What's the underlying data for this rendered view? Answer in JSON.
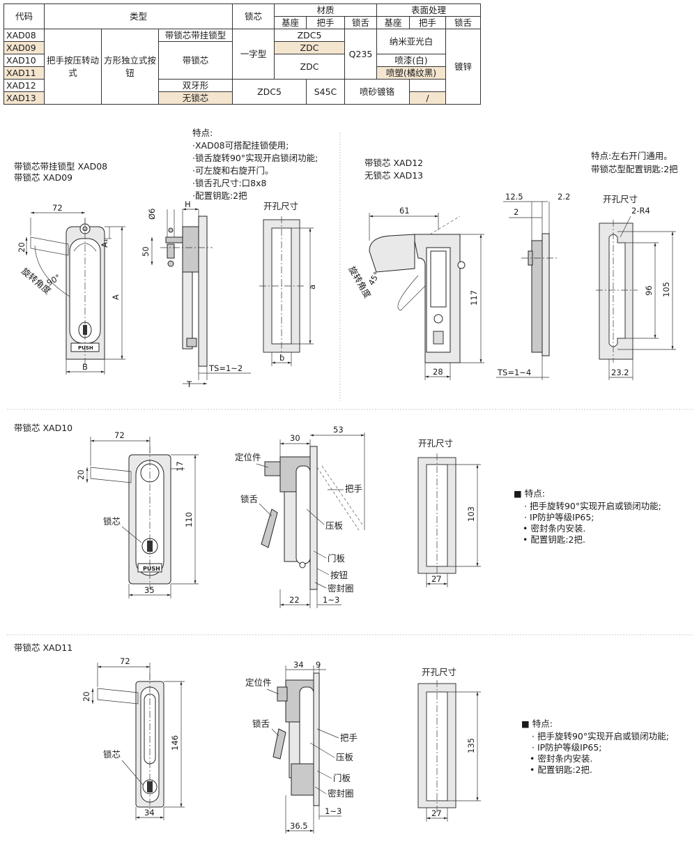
{
  "table": {
    "headers": {
      "code": "代码",
      "type": "类型",
      "core": "锁芯",
      "material": "材质",
      "surface": "表面处理",
      "base": "基座",
      "handle": "把手",
      "tongue": "锁舌"
    },
    "codes": [
      "XAD08",
      "XAD09",
      "XAD10",
      "XAD11",
      "XAD12",
      "XAD13"
    ],
    "type_a": "把手按压转动式",
    "type_b": "方形独立式按钮",
    "type_c1": "带锁芯带挂锁型",
    "type_c2": "带锁芯",
    "type_c3": "无锁芯",
    "core_1": "一字型",
    "core_2": "双牙形",
    "core_3": "/",
    "mat_base_1": "ZDC5",
    "mat_base_2": "ZDC",
    "mat_base_3": "ZDC",
    "mat_base_4": "ZDC5",
    "mat_tongue_1": "Q235",
    "mat_tongue_2": "S45C",
    "surf_1": "纳米亚光白",
    "surf_2": "喷漆(白)",
    "surf_3": "喷塑(橘纹黑)",
    "surf_4": "喷砂镀铬",
    "surf_tongue": "镀锌"
  },
  "top_section": {
    "left_labels": [
      "带锁芯带挂锁型  XAD08",
      "带锁芯  XAD09"
    ],
    "features_title": "特点:",
    "features": [
      "·XAD08可搭配挂锁使用;",
      "·锁舌旋转90°实现开启锁闭功能;",
      "·可左旋和右旋开门。",
      "·锁舌孔尺寸:口8x8",
      "·配置钥匙:2把"
    ],
    "cutout_label": "开孔尺寸",
    "rotation_label": "旋转角度",
    "dims": {
      "w72": "72",
      "d20": "20",
      "ang90": "90°",
      "A": "A",
      "A1": "A₁",
      "B": "B",
      "phi6": "Ø6",
      "H": "H",
      "d50": "50",
      "T": "T",
      "TS": "TS=1~2",
      "a": "a",
      "b": "b"
    }
  },
  "right_section": {
    "labels": [
      "带锁芯  XAD12",
      "无锁芯  XAD13"
    ],
    "notes": [
      "特点:左右开门通用。",
      "带锁芯型配置钥匙:2把"
    ],
    "cutout_label": "开孔尺寸",
    "rotation_label": "旋转角度",
    "dims": {
      "w61": "61",
      "ang45": "45°",
      "h117": "117",
      "w28": "28",
      "d125": "12.5",
      "d22": "2.2",
      "d2": "2",
      "TS": "TS=1~4",
      "R4": "2-R4",
      "h96": "96",
      "h105": "105",
      "w232": "23.2"
    }
  },
  "xad10": {
    "label": "带锁芯  XAD10",
    "callouts": {
      "core": "锁芯",
      "locator": "定位件",
      "tongue": "锁舌",
      "handle": "把手",
      "plate": "压板",
      "door": "门板",
      "button": "按钮",
      "seal": "密封圈"
    },
    "cutout_label": "开孔尺寸",
    "features_title": "■ 特点:",
    "features": [
      "·  把手旋转90°实现开启或锁闭功能;",
      "·  IP防护等级IP65;",
      "• 密封条内安装.",
      "• 配置钥匙:2把."
    ],
    "dims": {
      "w72": "72",
      "d20": "20",
      "d17": "17",
      "h110": "110",
      "w35": "35",
      "d30": "30",
      "d53": "53",
      "d22": "22",
      "d13": "1~3",
      "h103": "103",
      "w27": "27"
    }
  },
  "xad11": {
    "label": "带锁芯  XAD11",
    "callouts": {
      "core": "锁芯",
      "locator": "定位件",
      "tongue": "锁舌",
      "handle": "把手",
      "plate": "压板",
      "door": "门板",
      "seal": "密封圈"
    },
    "cutout_label": "开孔尺寸",
    "features_title": "■ 特点:",
    "features": [
      "·  把手旋转90°实现开启或锁闭功能;",
      "·  IP防护等级IP65;",
      "• 密封条内安装.",
      "• 配置钥匙:2把."
    ],
    "dims": {
      "w72": "72",
      "d20": "20",
      "h146": "146",
      "w34": "34",
      "d34": "34",
      "d9": "9",
      "d365": "36.5",
      "d13": "1~3",
      "h135": "135",
      "w27": "27"
    }
  }
}
